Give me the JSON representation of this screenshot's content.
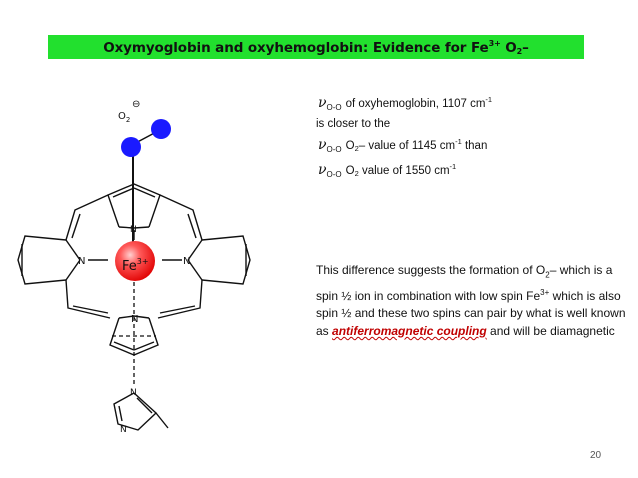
{
  "title": {
    "main": "Oxymyoglobin and oxyhemoglobin:  Evidence for  Fe",
    "sup": "3+",
    "after_sup": " O",
    "sub": "2",
    "tail": "–"
  },
  "diagram": {
    "o2_label": "O",
    "o2_sub": "2",
    "o2_charge": "⊖",
    "fe_label": "Fe",
    "fe_charge": "3+",
    "n_label": "N"
  },
  "comparison": {
    "nu": "ν",
    "nu_sub": "O-O",
    "line1_text": "of  oxyhemoglobin, 1107 cm",
    "line1_sup": "-1",
    "line2_text": "is closer to the",
    "line3_a": "O",
    "line3_sub": "2",
    "line3_b": "– value of 1145  cm",
    "line3_sup": "-1",
    "line3_c": "than",
    "line4_a": "O",
    "line4_sub": "2",
    "line4_b": " value of 1550  cm",
    "line4_sup": "-1"
  },
  "paragraph": {
    "p1": "This difference suggests the formation of O",
    "p1_sub": "2",
    "p1_tail": "–",
    "p2": "which is a spin ½ ion in combination with low spin Fe",
    "p2_sup": "3+",
    "p3": " which is also spin ½ and these two spins can pair by what is well known as ",
    "emph": "antiferromagnetic coupling",
    "p4": " and will be diamagnetic"
  },
  "page_number": "20",
  "colors": {
    "title_bg": "#22e02e",
    "oxygen_atom": "#1a1aff",
    "iron_atom": "#ff2a2a",
    "emphasis": "#c00000"
  }
}
